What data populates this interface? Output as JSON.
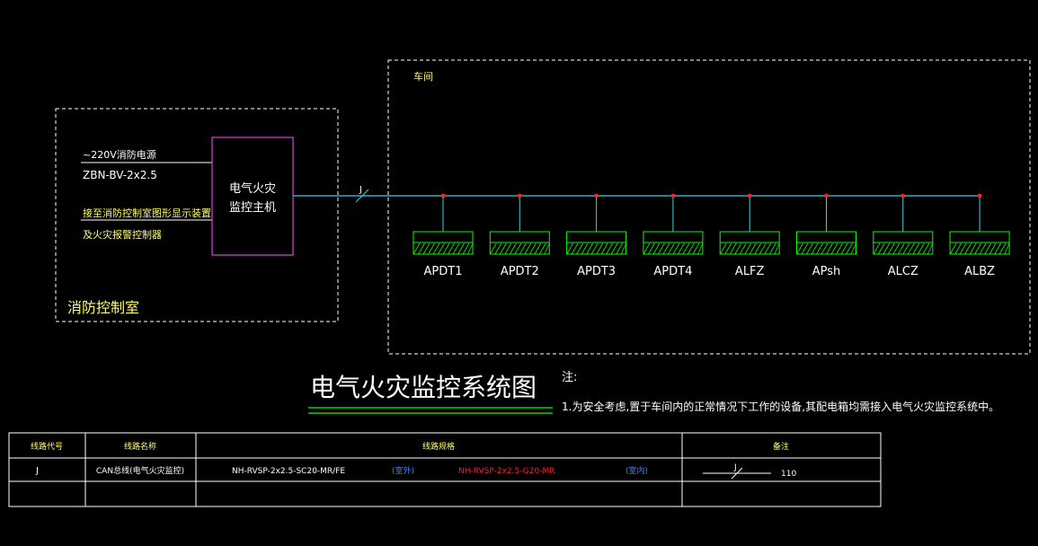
{
  "colors": {
    "background": "#000000",
    "bus": "#3ad0e0",
    "node": "#ff2020",
    "panel": "#00ff00",
    "host_box": "#e040e0",
    "frame": "#ffffff",
    "title": "#ffffff",
    "title_underline": "#00ff00",
    "text_yellow": "#ffff66",
    "text_white": "#ffffff",
    "text_red": "#ff2020",
    "text_blue": "#4080ff"
  },
  "control_room": {
    "label": "消防控制室",
    "power_line_1": "~220V消防电源",
    "power_line_2": "ZBN-BV-2x2.5",
    "link_line_1": "接至消防控制室图形显示装置",
    "link_line_2": "及火灾报警控制器",
    "host_line_1": "电气火灾",
    "host_line_2": "监控主机"
  },
  "workshop": {
    "label": "车间",
    "bus_mark": "J",
    "panels": [
      "APDT1",
      "APDT2",
      "APDT3",
      "APDT4",
      "ALFZ",
      "APsh",
      "ALCZ",
      "ALBZ"
    ]
  },
  "title": "电气火灾监控系统图",
  "notes": {
    "heading": "注:",
    "items": [
      "1.为安全考虑,置于车间内的正常情况下工作的设备,其配电箱均需接入电气火灾监控系统中。"
    ]
  },
  "legend_table": {
    "headers": [
      "线路代号",
      "线路名称",
      "线路规格",
      "备注"
    ],
    "rows": [
      {
        "code": "J",
        "name": "CAN总线(电气火灾监控)",
        "spec_a": "NH-RVSP-2x2.5-SC20-MR/FE",
        "spec_a_note": "(室外)",
        "spec_b": "NH-RVSP-2x2.5-G20-MR",
        "spec_b_note": "(室内)",
        "remark_mark": "J",
        "remark_value": "110"
      }
    ]
  }
}
